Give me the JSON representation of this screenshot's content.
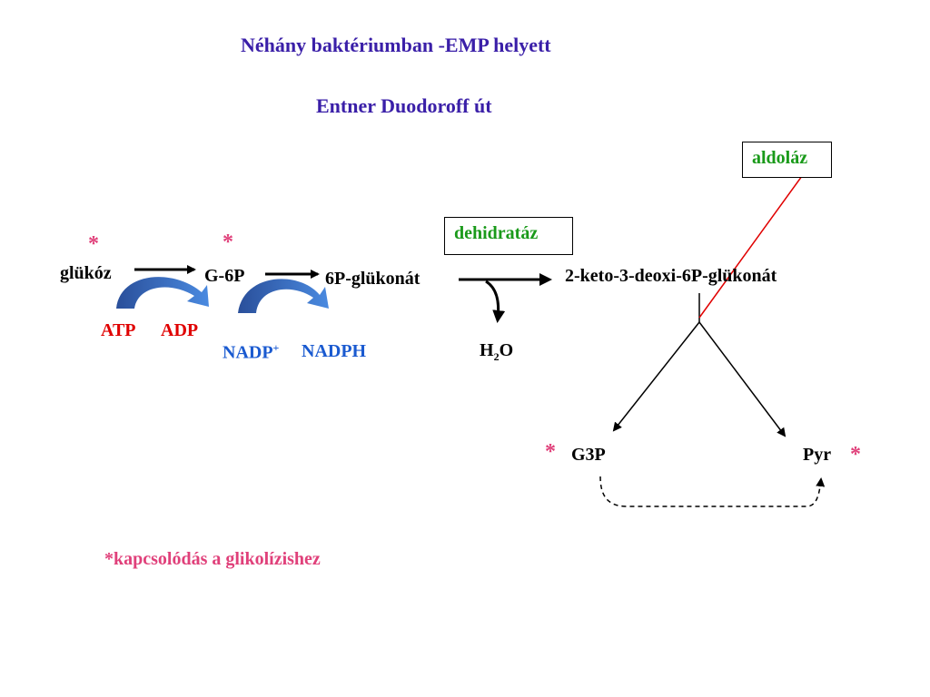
{
  "slide": {
    "title": "Néhány baktériumban -EMP helyett",
    "subtitle": "Entner Duodoroff  út",
    "footnote": "*kapcsolódás a glikolízishez"
  },
  "compounds": {
    "glucose": "glükóz",
    "g6p": "G-6P",
    "gluconate": "6P-glükonát",
    "kdpg": "2-keto-3-deoxi-6P-glükonát",
    "g3p": "G3P",
    "pyr": "Pyr",
    "water_main": "H",
    "water_sub": "2",
    "water_tail": "O"
  },
  "cofactors": {
    "atp": "ATP",
    "adp": "ADP",
    "nadp_main": "NADP",
    "nadp_sup": "+",
    "nadph": "NADPH"
  },
  "enzymes": {
    "dehydratase": "dehidratáz",
    "aldolase": "aldoláz"
  },
  "markers": {
    "star": "*"
  },
  "colors": {
    "title": "#3a1fa8",
    "enzyme_text": "#1a9a1a",
    "star": "#e0407a",
    "atp_adp": "#e00000",
    "nadp": "#1a5ad0",
    "curved_arrow": "#2f5aa8",
    "aldolase_line": "#e00000"
  }
}
